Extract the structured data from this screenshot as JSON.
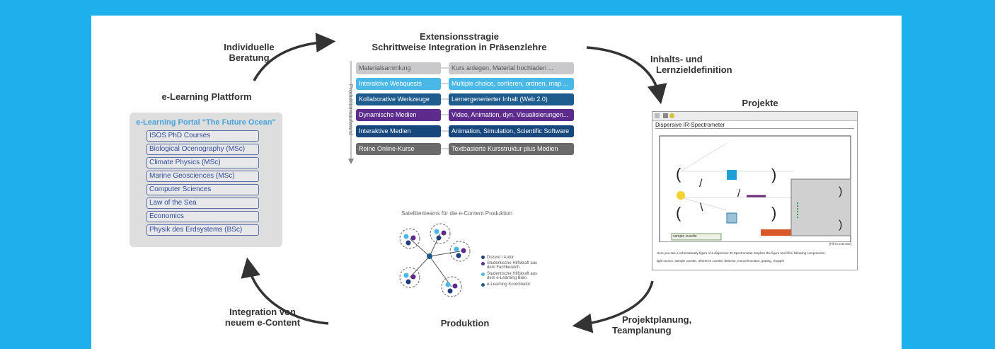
{
  "labels": {
    "individuelle": [
      "Individuelle",
      "Beratung"
    ],
    "extension": [
      "Extensionsstragie",
      "Schrittweise Integration in Präsenzlehre"
    ],
    "inhalts": [
      "Inhalts- und",
      "Lernzieldefinition"
    ],
    "plattform": "e-Learning Plattform",
    "projekte": "Projekte",
    "integration": [
      "Integration von",
      "neuem e-Content"
    ],
    "produktion": "Produktion",
    "projektplanung": [
      "Projektplanung,",
      "Teamplanung"
    ]
  },
  "portal": {
    "title": "e-Learning Portal \"The Future Ocean\"",
    "courses": [
      "ISOS PhD Courses",
      "Biological Ocenography (MSc)",
      "Climate Physics (MSc)",
      "Marine Geosciences (MSc)",
      "Computer Sciences",
      "Law of the Sea",
      "Economics",
      "Physik des Erdsystems (BSc)"
    ]
  },
  "integration": {
    "axis_label": "Produktionsaufwand",
    "rows": [
      {
        "left": "Materialsammlung",
        "right": "Kurs anlegen, Material hochladen ...",
        "color": "#c9c9cc",
        "text": "#555555"
      },
      {
        "left": "Interaktive Webquests",
        "right": "Multiple choice, sortieren, ordnen, map ...",
        "color": "#4ab8e6",
        "text": "#ffffff"
      },
      {
        "left": "Kollaborative Werkzeuge",
        "right": "Lernergenerierter Inhalt (Web 2.0)",
        "color": "#1d5c8d",
        "text": "#ffffff"
      },
      {
        "left": "Dynamische Medien",
        "right": "Video, Animation, dyn. Visualisierungen...",
        "color": "#5c2b8c",
        "text": "#ffffff"
      },
      {
        "left": "Interaktive Medien",
        "right": "Animation, Simulation, Scientific Software",
        "color": "#16477d",
        "text": "#ffffff"
      },
      {
        "left": "Reine Online-Kurse",
        "right": "Textbasierte Kursstruktur plus Medien",
        "color": "#6a6a6a",
        "text": "#ffffff"
      }
    ]
  },
  "project_window": {
    "title": "Dispersive IR-Spectrometer",
    "cuvette_label": "sample cuvette",
    "link": "[Fill in exercise]",
    "instructions": "Here you see a schematically figure of a dispersive IR-Spectrometer. Explore the figure and fill in following components:",
    "components": "light source, sample cuvette, reference cuvette, detector, monochromator, grating, chopper"
  },
  "satellite": {
    "title": "Satellitenteams für die e-Content Produktion",
    "legend": [
      {
        "text": "Dozent / Autor",
        "color": "#1f3f7a"
      },
      {
        "text": "Studentische Hilfskraft aus dem Fachbereich",
        "color": "#5c2b8c"
      },
      {
        "text": "Studentische Hilfskraft aus dem e-Learning Büro",
        "color": "#4ab8e6"
      },
      {
        "text": "e-Learning Koordinator",
        "color": "#1d5c8d"
      }
    ]
  },
  "colors": {
    "frame": "#1eb0ec",
    "arrow": "#333333"
  }
}
